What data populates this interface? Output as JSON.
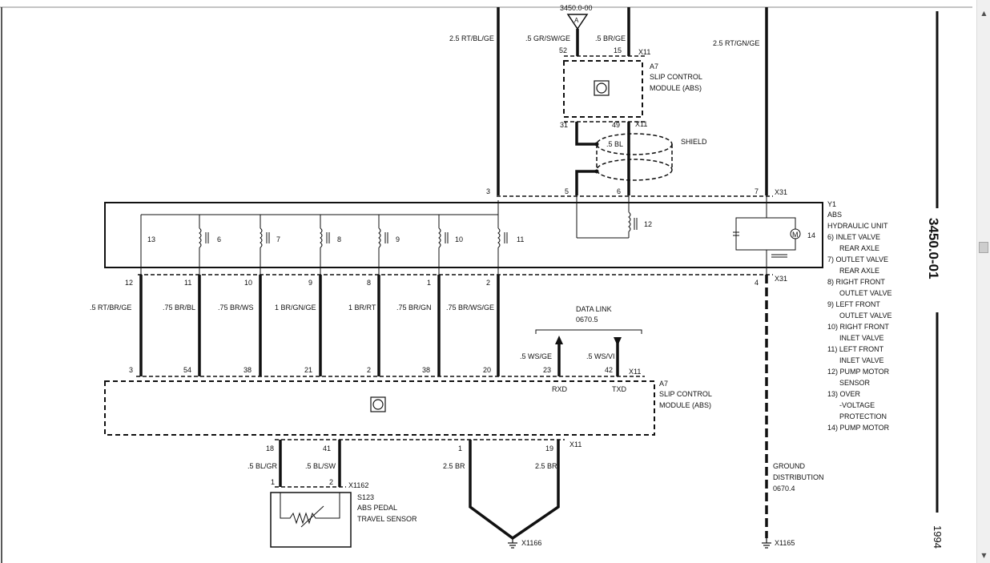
{
  "diagram": {
    "page_id": "3450.0-01",
    "year": "1994",
    "ref_top": "3450.0-00",
    "connectors": [
      "X11",
      "X31",
      "X1162",
      "X1166",
      "X1165"
    ],
    "labels": {
      "wire_rt_bl_ge": "2.5 RT/BL/GE",
      "wire_gr_sw_ge": ".5 GR/SW/GE",
      "wire_br_top": ".5 BR/GE",
      "wire_rt_gn_ge": "2.5 RT/GN/GE",
      "module_top_a7": "A7",
      "module_top_name1": "SLIP CONTROL",
      "module_top_name2": "MODULE (ABS)",
      "shield": "SHIELD",
      "wire_bl_shield": ".5 BL",
      "y1": "Y1",
      "y1_name1": "ABS",
      "y1_name2": "HYDRAULIC UNIT",
      "data_link": "DATA LINK",
      "data_link_ref": "0670.5",
      "wire_ws_ge": ".5 WS/GE",
      "wire_ws_vi": ".5 WS/VI",
      "rxd": "RXD",
      "txd": "TXD",
      "module_bot_a7": "A7",
      "module_bot_name1": "SLIP CONTROL",
      "module_bot_name2": "MODULE (ABS)",
      "wire_bl_gr": ".5 BL/GR",
      "wire_bl_sw": ".5 BL/SW",
      "s123": "S123",
      "s123_name1": "ABS PEDAL",
      "s123_name2": "TRAVEL SENSOR",
      "wire_br_a": "2.5 BR",
      "wire_br_b": "2.5 BR",
      "ground": "GROUND",
      "ground2": "DISTRIBUTION",
      "ground_ref": "0670.4"
    },
    "bottom_wires": [
      ".5 RT/BR/GE",
      ".75 BR/BL",
      ".75 BR/WS",
      "1 BR/GN/GE",
      "1 BR/RT",
      ".75 BR/GN",
      ".75 BR/WS/GE"
    ],
    "unit_top_pins": [
      "12",
      "11",
      "10",
      "9",
      "8",
      "1",
      "2"
    ],
    "module_pins": [
      "3",
      "54",
      "38",
      "21",
      "2",
      "38",
      "20"
    ],
    "inner_numbers": [
      "13",
      "6",
      "7",
      "8",
      "9",
      "10",
      "11"
    ],
    "legend": [
      "6)  INLET VALVE",
      "REAR AXLE",
      "7)  OUTLET VALVE",
      "REAR AXLE",
      "8)  RIGHT FRONT",
      "OUTLET VALVE",
      "9)  LEFT FRONT",
      "OUTLET VALVE",
      "10) RIGHT FRONT",
      "INLET VALVE",
      "11) LEFT FRONT",
      "INLET VALVE",
      "12) PUMP MOTOR",
      "SENSOR",
      "13) OVER",
      "-VOLTAGE",
      "PROTECTION",
      "14) PUMP MOTOR"
    ],
    "pins": {
      "p52": "52",
      "p15": "15",
      "p31": "31",
      "p49": "49",
      "y1_3": "3",
      "y1_5": "5",
      "y1_6": "6",
      "y1_7": "7",
      "y1_4": "4",
      "c12": "12",
      "c14": "14",
      "p23": "23",
      "p42": "42",
      "p18": "18",
      "p41": "41",
      "p1": "1",
      "p19": "19",
      "s1": "1",
      "s2": "2"
    }
  },
  "scrollbar": {
    "up_icon": "▲",
    "down_icon": "▼"
  }
}
